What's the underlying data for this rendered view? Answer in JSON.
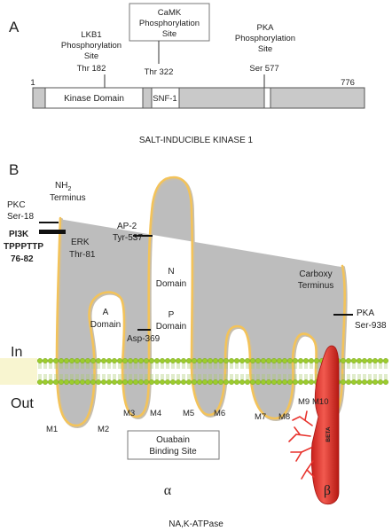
{
  "panel_a": {
    "letter": "A",
    "start_label": "1",
    "end_label": "776",
    "kinase_domain": "Kinase Domain",
    "snf1": "SNF-1",
    "lkb1_site": [
      "LKB1",
      "Phosphorylation",
      "Site"
    ],
    "lkb1_residue": "Thr 182",
    "camk_site": [
      "CaMK",
      "Phosphorylation",
      "Site"
    ],
    "camk_residue": "Thr 322",
    "pka_site": [
      "PKA",
      "Phosphorylation",
      "Site"
    ],
    "pka_residue": "Ser 577",
    "caption": "SALT-INDUCIBLE KINASE 1"
  },
  "panel_b": {
    "letter": "B",
    "nh2_label": "NH",
    "nh2_sub": "2",
    "terminus": "Terminus",
    "pkc": [
      "PKC",
      "Ser-18"
    ],
    "pi3k": [
      "PI3K",
      "TPPPTTP",
      "76-82"
    ],
    "erk": [
      "ERK",
      "Thr-81"
    ],
    "ap2": [
      "AP-2",
      "Tyr-537"
    ],
    "n_domain": [
      "N",
      "Domain"
    ],
    "a_domain": [
      "A",
      "Domain"
    ],
    "p_domain": [
      "P",
      "Domain"
    ],
    "asp": "Asp-369",
    "carboxy": [
      "Carboxy",
      "Terminus"
    ],
    "pka": [
      "PKA",
      "Ser-938"
    ],
    "in_label": "In",
    "out_label": "Out",
    "segments": [
      "M1",
      "M2",
      "M3",
      "M4",
      "M5",
      "M6",
      "M7",
      "M8",
      "M9",
      "M10"
    ],
    "beta_band": "BETA",
    "ouabain": [
      "Ouabain",
      "Binding Site"
    ],
    "alpha": "α",
    "beta": "β",
    "caption": "NA,K-ATPase"
  },
  "colors": {
    "chain": "#f3c35a",
    "membrane_green": "#9ccc2e",
    "bar_fill": "#c9c9c9",
    "beta_red": "#e8342e"
  }
}
